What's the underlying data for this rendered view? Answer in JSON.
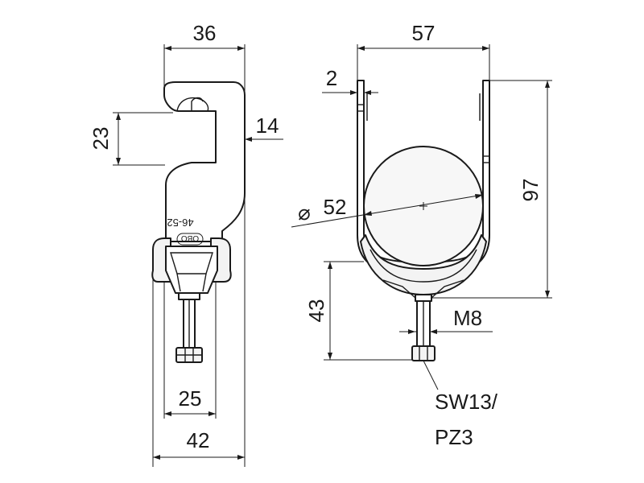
{
  "side_view": {
    "width_top": "36",
    "height_opening": "23",
    "depth_14": "14",
    "width_25": "25",
    "width_bottom": "42",
    "marking_range": "46-52",
    "marking_logo": "OBO"
  },
  "front_view": {
    "width_top": "57",
    "wall_thickness": "2",
    "diameter_symbol": "⌀",
    "diameter": "52",
    "height_total": "97",
    "height_43": "43",
    "thread": "M8",
    "drive_line1": "SW13/",
    "drive_line2": "PZ3"
  }
}
